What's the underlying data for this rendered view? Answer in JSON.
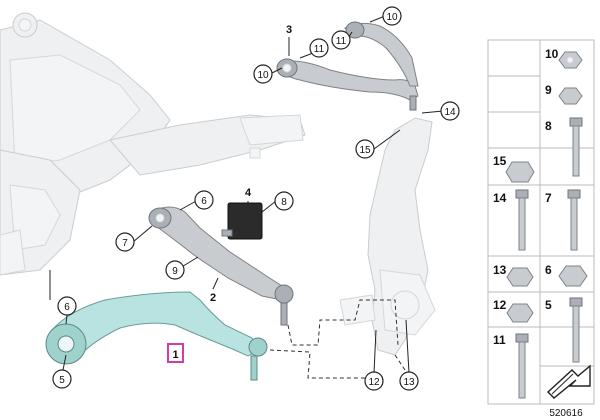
{
  "diagram": {
    "callouts": [
      {
        "id": "c1",
        "text": "1",
        "highlight": true
      },
      {
        "id": "c2",
        "text": "2"
      },
      {
        "id": "c3",
        "text": "3"
      },
      {
        "id": "c4",
        "text": "4"
      },
      {
        "id": "c5",
        "text": "5"
      },
      {
        "id": "c6a",
        "text": "6"
      },
      {
        "id": "c6b",
        "text": "6"
      },
      {
        "id": "c7",
        "text": "7"
      },
      {
        "id": "c8",
        "text": "8"
      },
      {
        "id": "c9",
        "text": "9"
      },
      {
        "id": "c10a",
        "text": "10"
      },
      {
        "id": "c10b",
        "text": "10"
      },
      {
        "id": "c11a",
        "text": "11"
      },
      {
        "id": "c11b",
        "text": "11"
      },
      {
        "id": "c12",
        "text": "12"
      },
      {
        "id": "c13",
        "text": "13"
      },
      {
        "id": "c14",
        "text": "14"
      },
      {
        "id": "c15",
        "text": "15"
      }
    ],
    "highlight_color": "#d63aa8",
    "part_arm_color": "#b9e3e0",
    "drawing_number": "520616"
  },
  "parts_table": {
    "cells": [
      {
        "id": "t10",
        "text": "10"
      },
      {
        "id": "t9",
        "text": "9"
      },
      {
        "id": "t8",
        "text": "8"
      },
      {
        "id": "t15",
        "text": "15"
      },
      {
        "id": "t14",
        "text": "14"
      },
      {
        "id": "t7",
        "text": "7"
      },
      {
        "id": "t13",
        "text": "13"
      },
      {
        "id": "t6",
        "text": "6"
      },
      {
        "id": "t12",
        "text": "12"
      },
      {
        "id": "t5",
        "text": "5"
      },
      {
        "id": "t11",
        "text": "11"
      }
    ]
  }
}
